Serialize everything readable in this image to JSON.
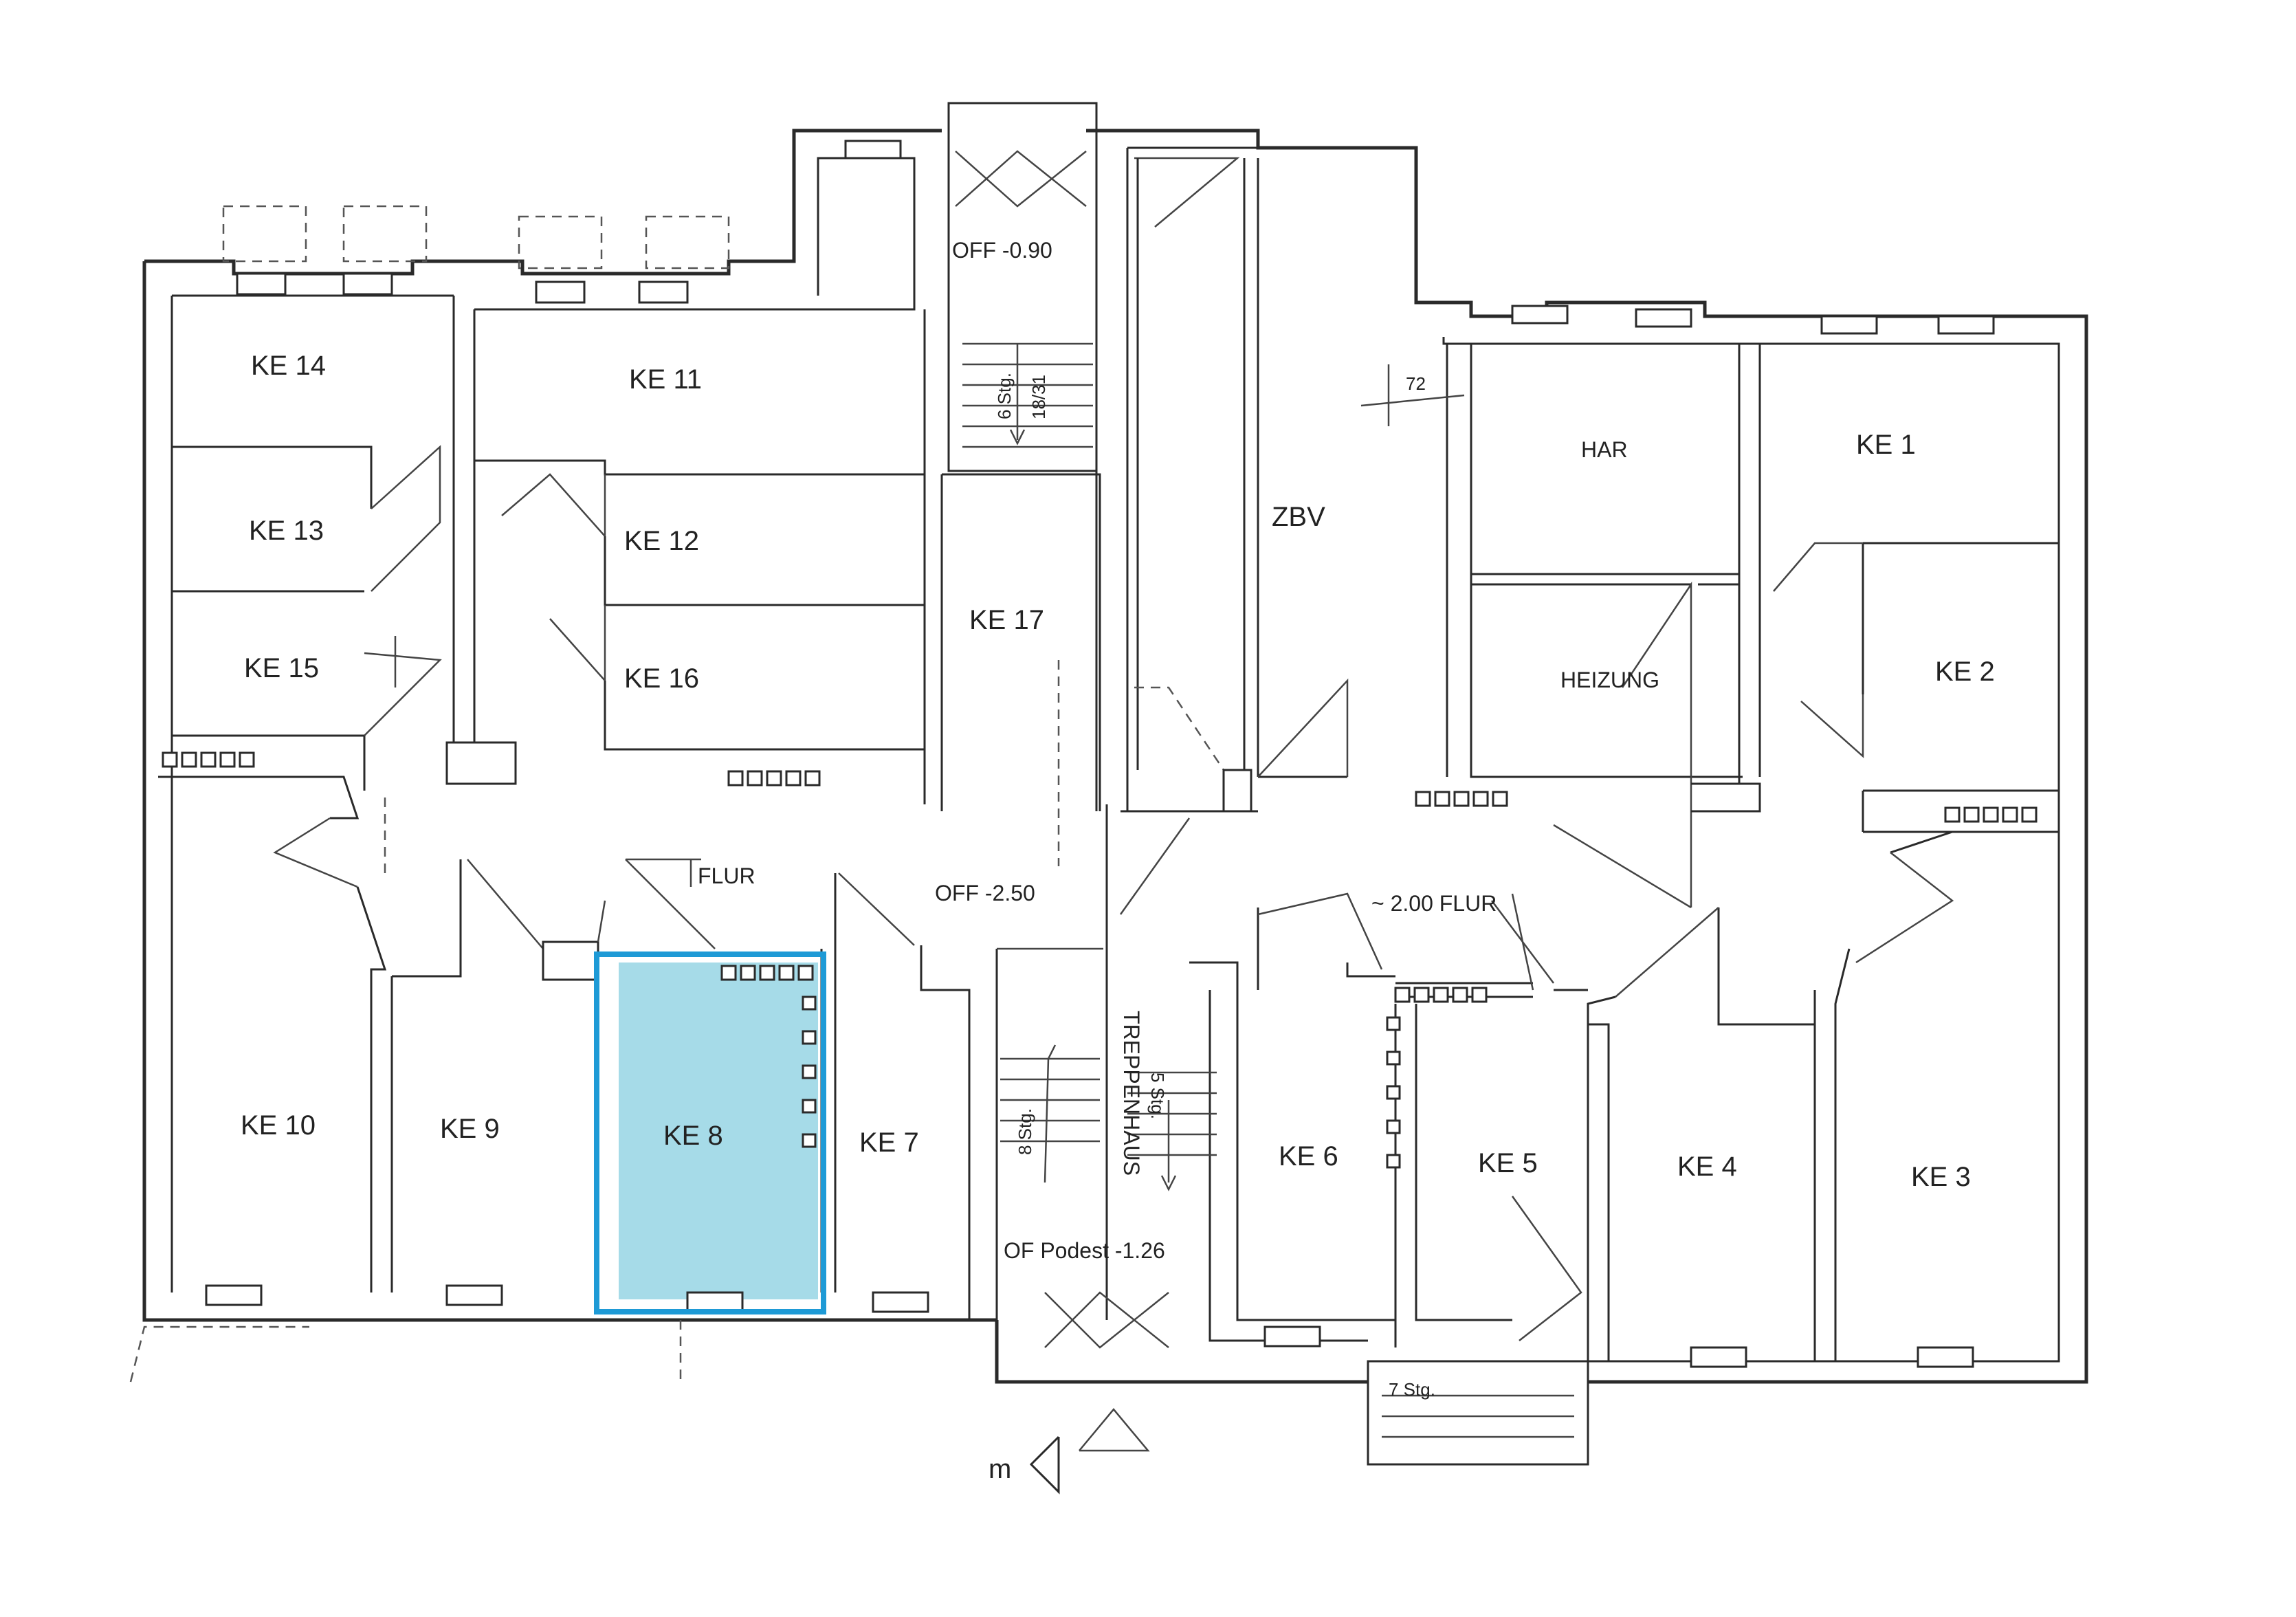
{
  "rooms": {
    "ke14": "KE 14",
    "ke11": "KE 11",
    "ke13": "KE 13",
    "ke12": "KE 12",
    "ke15": "KE 15",
    "ke16": "KE 16",
    "ke17": "KE 17",
    "zbv": "ZBV",
    "har": "HAR",
    "ke1": "KE 1",
    "heizung": "HEIZUNG",
    "ke2": "KE 2",
    "ke10": "KE 10",
    "ke9": "KE 9",
    "ke8": "KE 8",
    "ke7": "KE 7",
    "ke6": "KE 6",
    "ke5": "KE 5",
    "ke4": "KE 4",
    "ke3": "KE 3"
  },
  "annotations": {
    "off_090": "OFF -0.90",
    "off_250": "OFF  -2.50",
    "flur_left": "FLUR",
    "flur_right": "~ 2.00   FLUR",
    "dim_72": "72",
    "treppenhaus": "TREPPENHAUS",
    "stg_5": "5 Stg.",
    "stg_6": "6 Stg.",
    "stg_7": "7 Stg.",
    "stg_8": "8 Stg.",
    "ratio_top": "18/31",
    "podest": "OF   Podest -1.26",
    "north": "m"
  },
  "colors": {
    "highlight_fill": "#a6dbe8",
    "highlight_border": "#1e9ad6",
    "line": "#2a2a2a"
  },
  "highlighted_room": "KE 8"
}
